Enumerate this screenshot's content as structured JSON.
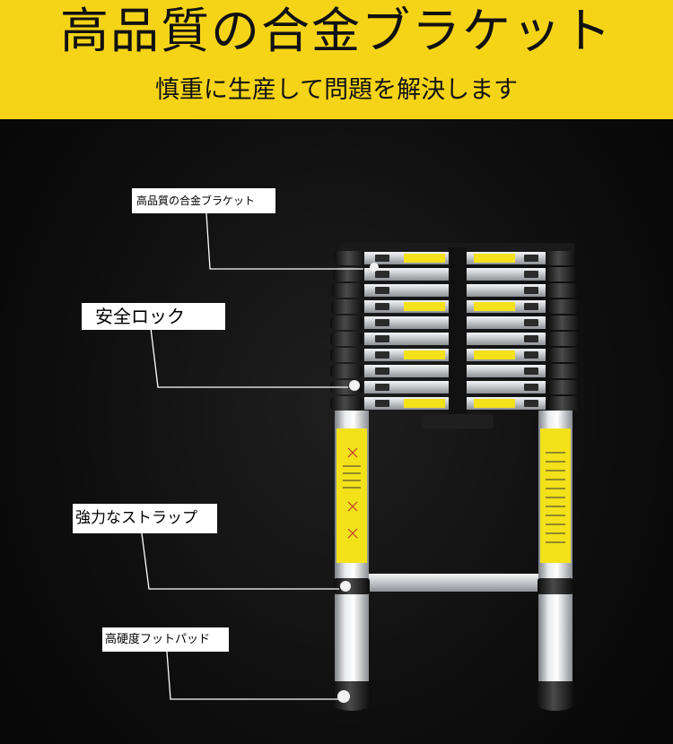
{
  "banner": {
    "title": "高品質の合金ブラケット",
    "subtitle": "慎重に生産して問題を解決します",
    "color": "#f5d418"
  },
  "callouts": {
    "bracket": "高品質の合金ブラケット",
    "lock": "安全ロック",
    "strap": "強力なストラップ",
    "footpad": "高硬度フットパッド"
  },
  "colors": {
    "background": "#0b0b0b",
    "aluminum": "#c9ccd0",
    "rubber": "#1c1c1c",
    "warning_label": "#f3e11a"
  },
  "product": {
    "type": "telescopic aluminum ladder",
    "rung_count": 10
  }
}
